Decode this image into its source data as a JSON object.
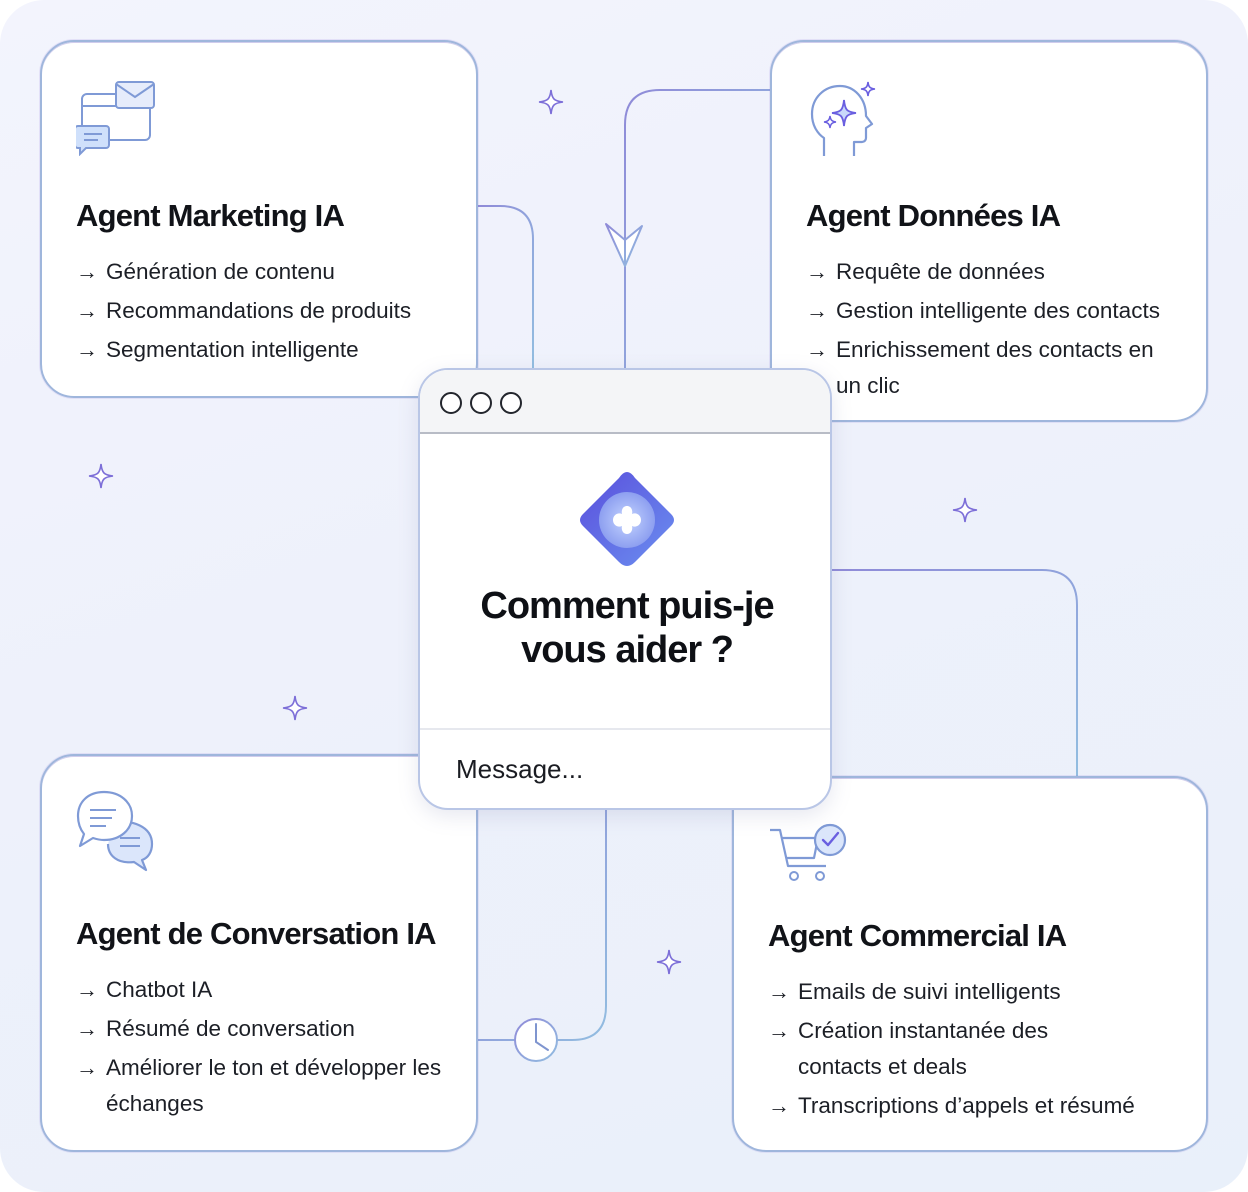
{
  "agents": [
    {
      "title": "Agent Marketing IA",
      "icon": "email-chat-icon",
      "items": [
        "Génération de contenu",
        "Recommandations de produits",
        "Segmentation intelligente"
      ]
    },
    {
      "title": "Agent Données IA",
      "icon": "ai-head-sparkle-icon",
      "items": [
        "Requête de données",
        "Gestion intelligente des contacts",
        "Enrichissement des contacts en un clic"
      ]
    },
    {
      "title": "Agent de Conversation IA",
      "icon": "chat-bubbles-icon",
      "items": [
        "Chatbot IA",
        "Résumé de conversation",
        "Améliorer le ton et développer les échanges"
      ]
    },
    {
      "title": "Agent Commercial IA",
      "icon": "cart-check-icon",
      "items": [
        "Emails de suivi intelligents",
        "Création instantanée des contacts et deals",
        "Transcriptions d’appels et résumé"
      ]
    }
  ],
  "assistant": {
    "title_line1": "Comment puis-je",
    "title_line2": "vous aider ?",
    "input_placeholder": "Message...",
    "logo_icon": "ai-diamond-logo-icon"
  },
  "arrow_glyph": "→",
  "colors": {
    "wire": "#9aaed8",
    "wire_violet": "#8c86d4",
    "accent": "#6a5fe0",
    "accent_light": "#8fb2f2",
    "sparkle": "#7d6fd8"
  }
}
